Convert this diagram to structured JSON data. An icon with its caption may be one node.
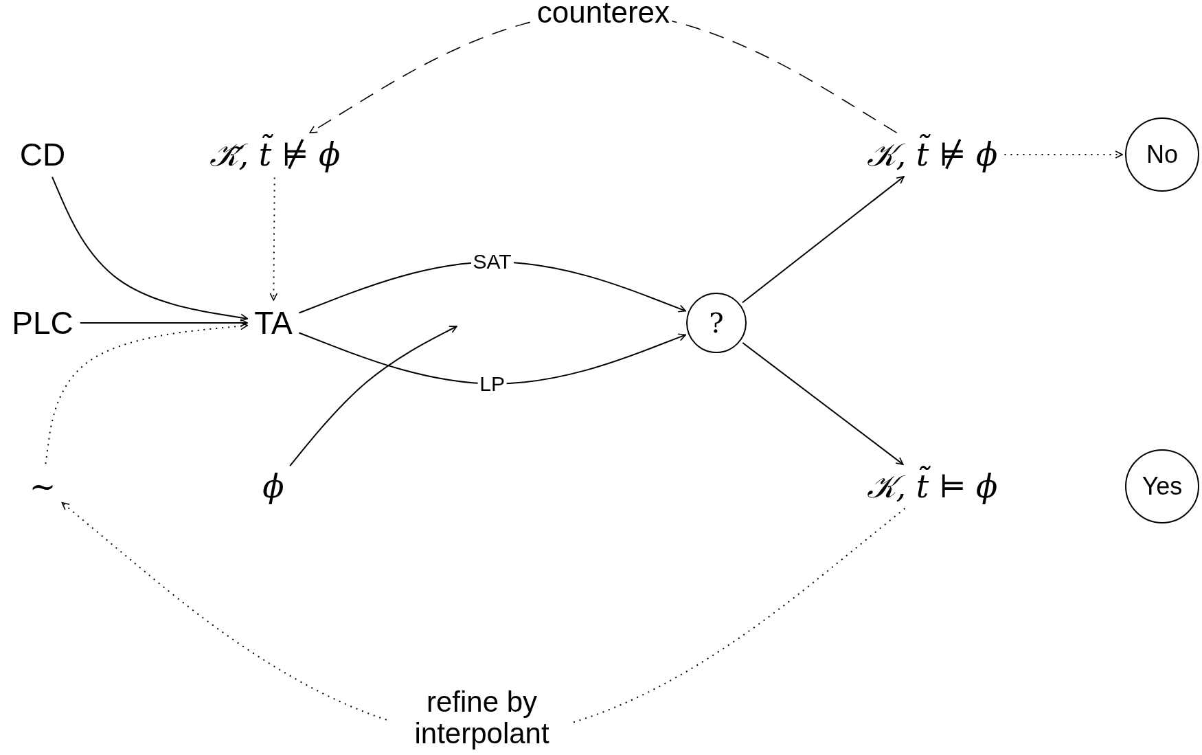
{
  "diagram": {
    "nodes": [
      {
        "text": [
          "CD"
        ]
      },
      {
        "text": [
          "𝒦̃, t̃ ⊭ ϕ"
        ]
      },
      {
        "text": [
          "𝒦, t̃ ⊭ ϕ"
        ]
      },
      {
        "text": [
          "No"
        ]
      },
      {
        "text": [
          "PLC"
        ]
      },
      {
        "text": [
          "TA"
        ]
      },
      {
        "text": [
          "?"
        ]
      },
      {
        "text": [
          "∼"
        ]
      },
      {
        "text": [
          "ϕ"
        ]
      },
      {
        "text": [
          "𝒦, t̃ ⊨ ϕ"
        ]
      },
      {
        "text": [
          "Yes"
        ]
      }
    ],
    "edges": [
      {
        "from": 0,
        "to": 5,
        "arrow": "to"
      },
      {
        "from": 4,
        "to": 5,
        "arrow": "to"
      },
      {
        "from": 1,
        "to": 5,
        "arrow": "to",
        "style": "dashed"
      },
      {
        "from": 5,
        "to": 6,
        "arrow": "to",
        "label": "SAT"
      },
      {
        "from": 5,
        "to": 6,
        "arrow": "to",
        "label": "LP"
      },
      {
        "from": 8,
        "to": null,
        "arrow": "to"
      },
      {
        "from": 6,
        "to": 2,
        "arrow": "to"
      },
      {
        "from": 6,
        "to": 9,
        "arrow": "to"
      },
      {
        "from": 2,
        "to": 3,
        "arrow": "to",
        "style": "dashed"
      },
      {
        "from": 2,
        "to": 1,
        "arrow": "to",
        "style": "dashed",
        "label": "counterex"
      },
      {
        "from": 9,
        "to": 7,
        "arrow": "to",
        "style": "dashed",
        "label": "refine by interpolant"
      },
      {
        "from": 7,
        "to": 5,
        "arrow": "to",
        "style": "dashed"
      }
    ]
  }
}
